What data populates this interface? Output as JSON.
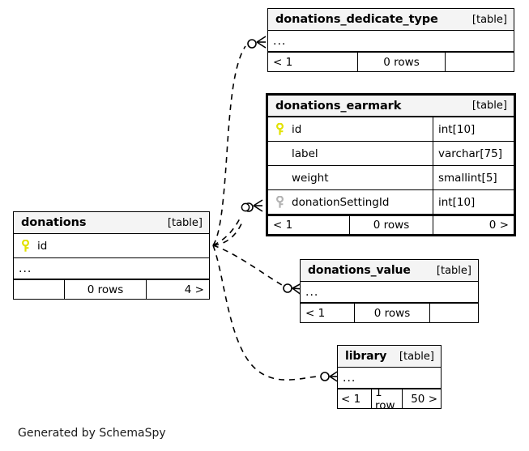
{
  "diagram": {
    "generator_note": "Generated by SchemaSpy",
    "table_tag": "[table]",
    "ellipsis": "...",
    "colors": {
      "primary_key": "#e8e800",
      "foreign_key": "#b0b0b0",
      "header_bg": "#f4f4f4",
      "border": "#000000",
      "edge": "#000000"
    }
  },
  "tables": [
    {
      "id": "donations_dedicate_type",
      "name": "donations_dedicate_type",
      "tag": "[table]",
      "columns": [],
      "has_ellipsis_row": true,
      "ellipsis": "...",
      "footer": [
        "< 1",
        "0 rows",
        ""
      ],
      "highlighted": false
    },
    {
      "id": "donations_earmark",
      "name": "donations_earmark",
      "tag": "[table]",
      "columns": [
        {
          "name": "id",
          "type": "int[10]",
          "key": "primary"
        },
        {
          "name": "label",
          "type": "varchar[75]",
          "key": "none"
        },
        {
          "name": "weight",
          "type": "smallint[5]",
          "key": "none"
        },
        {
          "name": "donationSettingId",
          "type": "int[10]",
          "key": "foreign"
        }
      ],
      "has_ellipsis_row": false,
      "footer": [
        "< 1",
        "0 rows",
        "0 >"
      ],
      "highlighted": true
    },
    {
      "id": "donations",
      "name": "donations",
      "tag": "[table]",
      "columns": [
        {
          "name": "id",
          "type": "",
          "key": "primary"
        }
      ],
      "has_ellipsis_row": true,
      "ellipsis": "...",
      "footer": [
        "",
        "0 rows",
        "4 >"
      ],
      "highlighted": false
    },
    {
      "id": "donations_value",
      "name": "donations_value",
      "tag": "[table]",
      "columns": [],
      "has_ellipsis_row": true,
      "ellipsis": "...",
      "footer": [
        "< 1",
        "0 rows",
        ""
      ],
      "highlighted": false
    },
    {
      "id": "library",
      "name": "library",
      "tag": "[table]",
      "columns": [],
      "has_ellipsis_row": true,
      "ellipsis": "...",
      "footer": [
        "< 1",
        "1 row",
        "50 >"
      ],
      "highlighted": false
    }
  ],
  "relationships": [
    {
      "from": "donations",
      "to": "donations_dedicate_type"
    },
    {
      "from": "donations",
      "to": "donations_earmark"
    },
    {
      "from": "donations",
      "to": "donations_earmark"
    },
    {
      "from": "donations",
      "to": "donations_value"
    },
    {
      "from": "donations",
      "to": "library"
    }
  ]
}
